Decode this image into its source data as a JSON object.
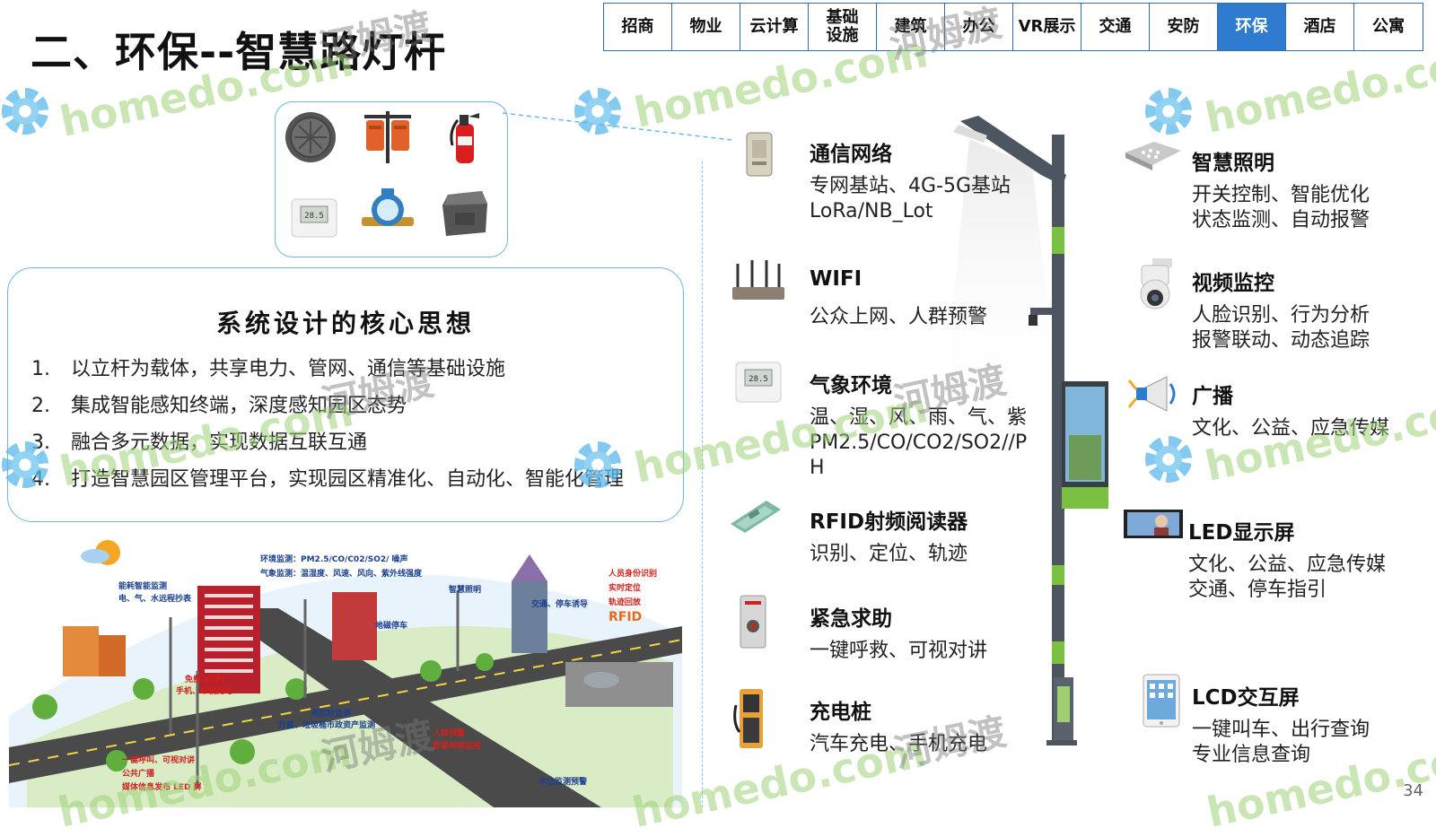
{
  "title": "二、环保--智慧路灯杆",
  "tabs": [
    {
      "label": "招商",
      "active": false
    },
    {
      "label": "物业",
      "active": false
    },
    {
      "label": "云计算",
      "active": false
    },
    {
      "label": "基础\n设施",
      "active": false
    },
    {
      "label": "建筑",
      "active": false
    },
    {
      "label": "办公",
      "active": false
    },
    {
      "label": "VR展示",
      "active": false
    },
    {
      "label": "交通",
      "active": false
    },
    {
      "label": "安防",
      "active": false
    },
    {
      "label": "环保",
      "active": true
    },
    {
      "label": "酒店",
      "active": false
    },
    {
      "label": "公寓",
      "active": false
    }
  ],
  "watermark": {
    "text": "homedo.com",
    "cn": "河姆渡"
  },
  "core": {
    "heading": "系统设计的核心思想",
    "items": [
      {
        "num": "1.",
        "text": "以立杆为载体，共享电力、管网、通信等基础设施"
      },
      {
        "num": "2.",
        "text": "集成智能感知终端，深度感知园区态势"
      },
      {
        "num": "3.",
        "text": "融合多元数据，实现数据互联互通"
      },
      {
        "num": "4.",
        "text": "打造智慧园区管理平台，实现园区精准化、自动化、智能化管理"
      }
    ]
  },
  "illustration": {
    "labels": [
      "环境监测：PM2.5/CO/C02/SO2/ 噪声",
      "气象监测：温湿度、风速、风向、紫外线强度",
      "能耗智能监测",
      "电、气、水远程抄表",
      "智慧照明",
      "地磁停车",
      "交通、停车诱导",
      "人员身份识别",
      "实时定位",
      "轨迹回放",
      "RFID",
      "免费 WIFI",
      "手机、车辆充电",
      "消防栓监测",
      "井盖、垃圾桶市政资产监测",
      "人群预警",
      "智能视频监控",
      "一键呼叫、可视对讲",
      "公共广播",
      "媒体信息发布 LED 屏",
      "水位监测预警"
    ]
  },
  "features_left": [
    {
      "title": "通信网络",
      "desc": "专网基站、4G-5G基站\nLoRa/NB_Lot",
      "icon": "base-station-icon"
    },
    {
      "title": "WIFI",
      "desc": "公众上网、人群预警",
      "icon": "router-icon"
    },
    {
      "title": "气象环境",
      "desc": "温、湿、风、雨、气、紫\nPM2.5/CO/CO2/SO2//P\nH",
      "icon": "thermometer-display-icon"
    },
    {
      "title": "RFID射频阅读器",
      "desc": "识别、定位、轨迹",
      "icon": "rfid-reader-icon"
    },
    {
      "title": "紧急求助",
      "desc": "一键呼救、可视对讲",
      "icon": "intercom-icon"
    },
    {
      "title": "充电桩",
      "desc": "汽车充电、手机充电",
      "icon": "charger-icon"
    }
  ],
  "features_right": [
    {
      "title": "智慧照明",
      "desc": "开关控制、智能优化\n状态监测、自动报警",
      "icon": "led-lamp-icon"
    },
    {
      "title": "视频监控",
      "desc": "人脸识别、行为分析\n报警联动、动态追踪",
      "icon": "dome-camera-icon"
    },
    {
      "title": "广播",
      "desc": "文化、公益、应急传媒",
      "icon": "loudspeaker-icon"
    },
    {
      "title": "LED显示屏",
      "desc": "文化、公益、应急传媒\n交通、停车指引",
      "icon": "led-screen-icon"
    },
    {
      "title": "LCD交互屏",
      "desc": "一键叫车、出行查询\n专业信息查询",
      "icon": "tablet-icon"
    }
  ],
  "page_number": "34"
}
